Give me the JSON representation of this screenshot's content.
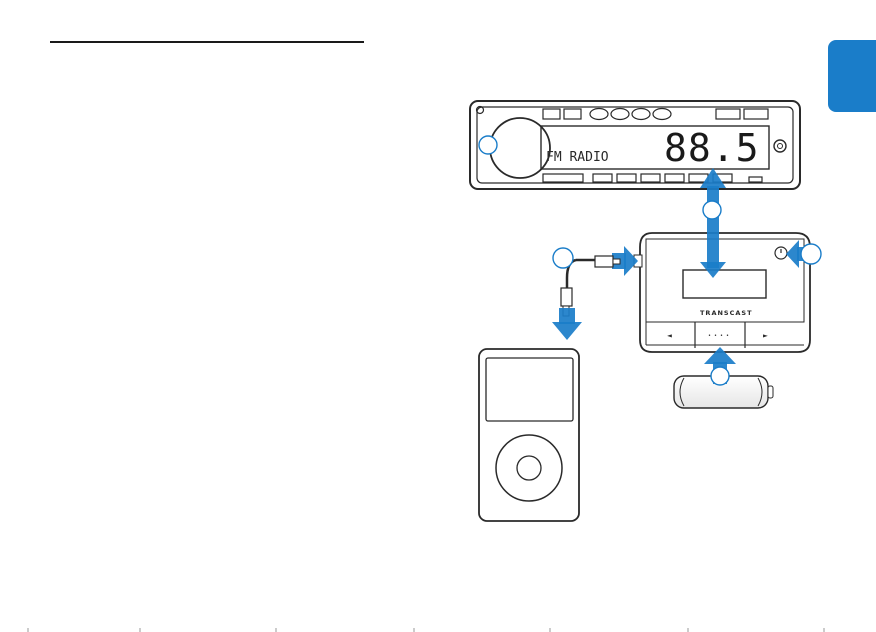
{
  "radio": {
    "band_label": "FM RADIO",
    "frequency": "88.5"
  },
  "transmitter": {
    "brand": "TRANSCAST",
    "prev_glyph": "◄",
    "next_glyph": "►",
    "center_glyph": "• • • •"
  },
  "colors": {
    "accent": "#1a7dc9",
    "arrow": "#1a7dc9",
    "outline": "#2a2a2a"
  },
  "icons": {
    "power": "power-icon",
    "battery": "battery-icon"
  }
}
